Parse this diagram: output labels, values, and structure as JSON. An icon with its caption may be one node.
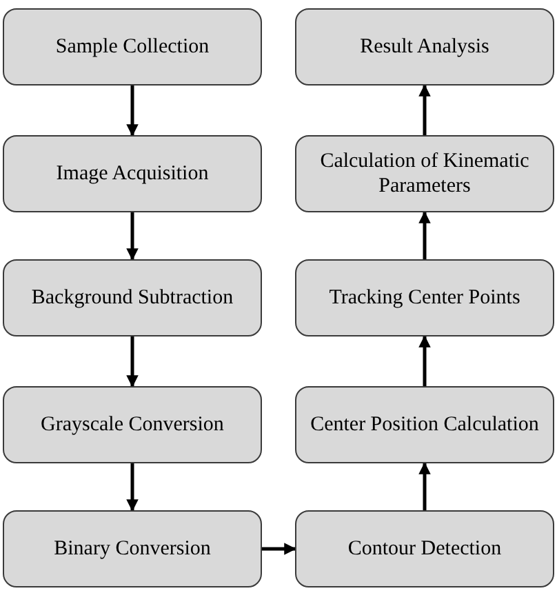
{
  "diagram": {
    "nodes": [
      {
        "text": [
          "Sample Collection"
        ]
      },
      {
        "text": [
          "Image Acquisition"
        ]
      },
      {
        "text": [
          "Background Subtraction"
        ]
      },
      {
        "text": [
          "Grayscale Conversion"
        ]
      },
      {
        "text": [
          "Binary Conversion"
        ]
      },
      {
        "text": [
          "Contour Detection"
        ]
      },
      {
        "text": [
          "Center Position Calculation"
        ]
      },
      {
        "text": [
          "Tracking Center Points"
        ]
      },
      {
        "text": [
          "Calculation of Kinematic Parameters"
        ]
      },
      {
        "text": [
          "Result Analysis"
        ]
      }
    ],
    "edges": [
      {
        "from": 0,
        "to": 1,
        "arrow": "to"
      },
      {
        "from": 1,
        "to": 2,
        "arrow": "to"
      },
      {
        "from": 2,
        "to": 3,
        "arrow": "to"
      },
      {
        "from": 3,
        "to": 4,
        "arrow": "to"
      },
      {
        "from": 4,
        "to": 5,
        "arrow": "to"
      },
      {
        "from": 5,
        "to": 6,
        "arrow": "to"
      },
      {
        "from": 6,
        "to": 7,
        "arrow": "to"
      },
      {
        "from": 7,
        "to": 8,
        "arrow": "to"
      },
      {
        "from": 8,
        "to": 9,
        "arrow": "to"
      }
    ]
  }
}
